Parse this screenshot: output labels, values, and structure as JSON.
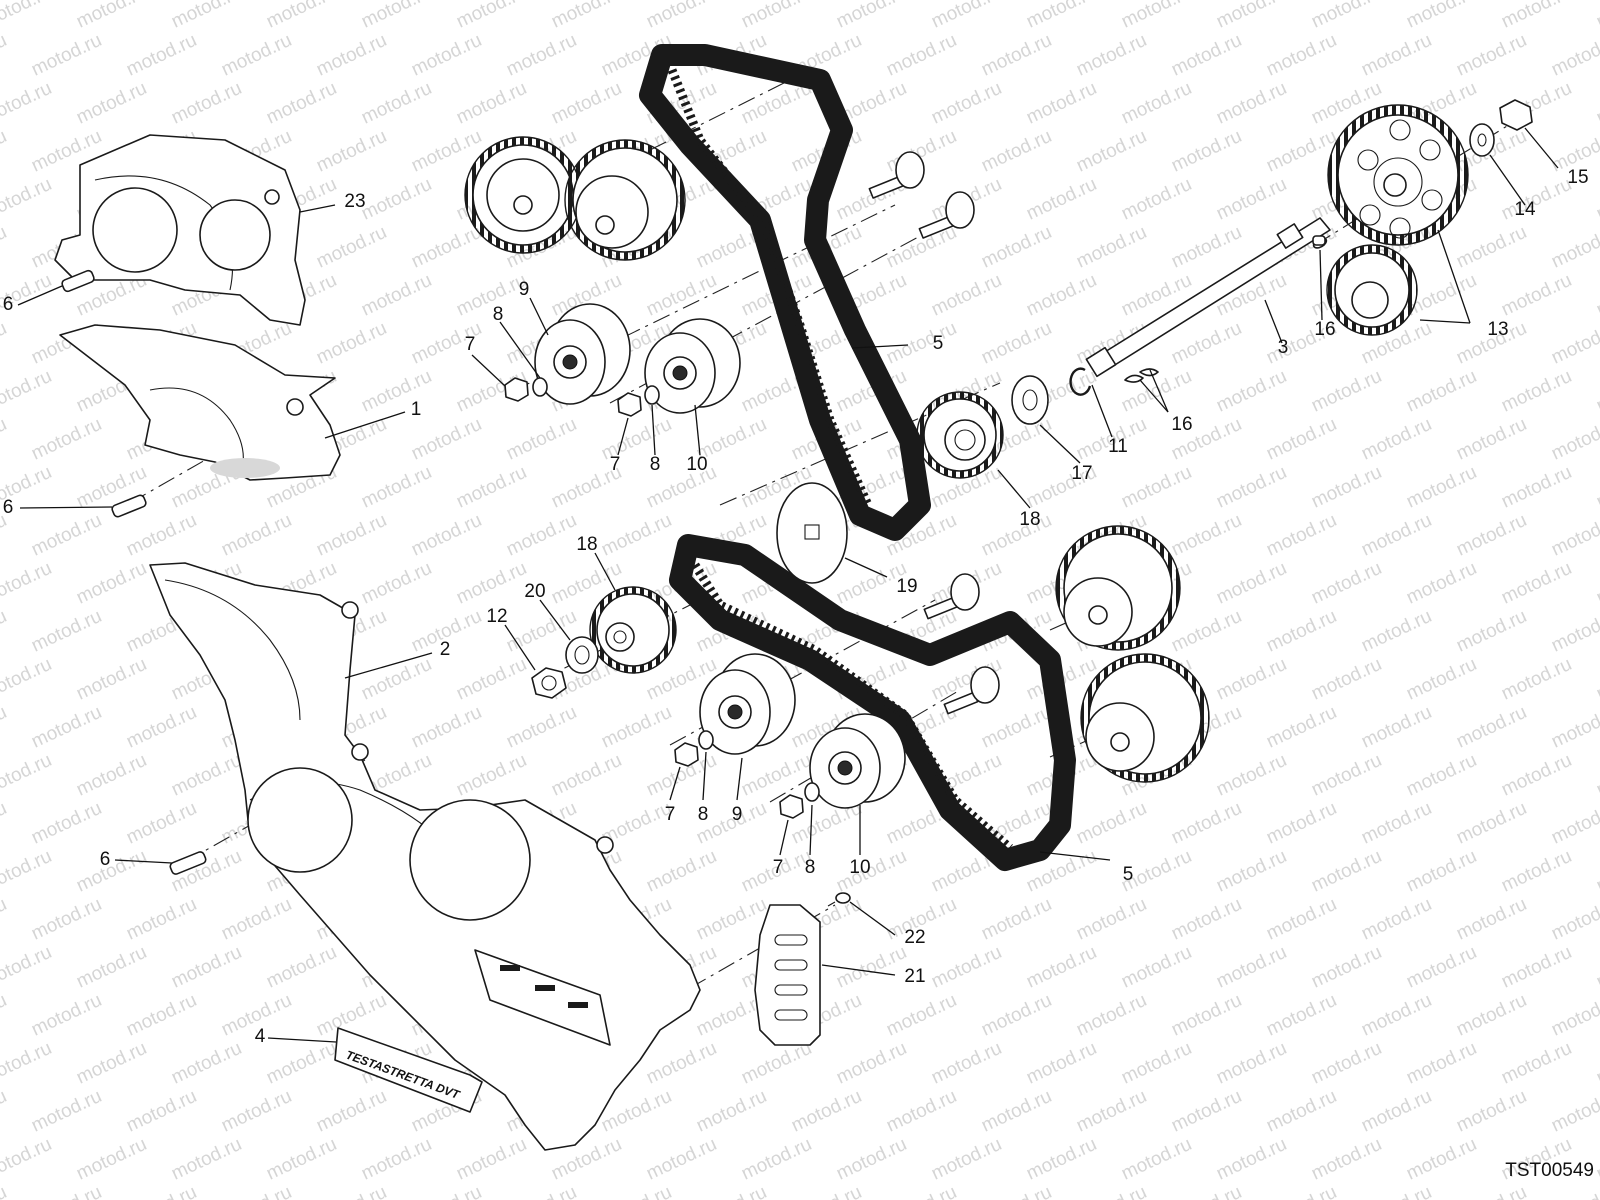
{
  "watermark": "motod.ru",
  "drawing_code": "TST00549",
  "cover_plaque_text": "TESTASTRETTA DVT",
  "callouts": [
    {
      "n": "23"
    },
    {
      "n": "6"
    },
    {
      "n": "1"
    },
    {
      "n": "6"
    },
    {
      "n": "2"
    },
    {
      "n": "6"
    },
    {
      "n": "4"
    },
    {
      "n": "9"
    },
    {
      "n": "8"
    },
    {
      "n": "7"
    },
    {
      "n": "7"
    },
    {
      "n": "8"
    },
    {
      "n": "10"
    },
    {
      "n": "5"
    },
    {
      "n": "3"
    },
    {
      "n": "16"
    },
    {
      "n": "13"
    },
    {
      "n": "14"
    },
    {
      "n": "15"
    },
    {
      "n": "16"
    },
    {
      "n": "11"
    },
    {
      "n": "17"
    },
    {
      "n": "18"
    },
    {
      "n": "19"
    },
    {
      "n": "18"
    },
    {
      "n": "20"
    },
    {
      "n": "12"
    },
    {
      "n": "7"
    },
    {
      "n": "8"
    },
    {
      "n": "9"
    },
    {
      "n": "7"
    },
    {
      "n": "8"
    },
    {
      "n": "10"
    },
    {
      "n": "5"
    },
    {
      "n": "22"
    },
    {
      "n": "21"
    }
  ]
}
